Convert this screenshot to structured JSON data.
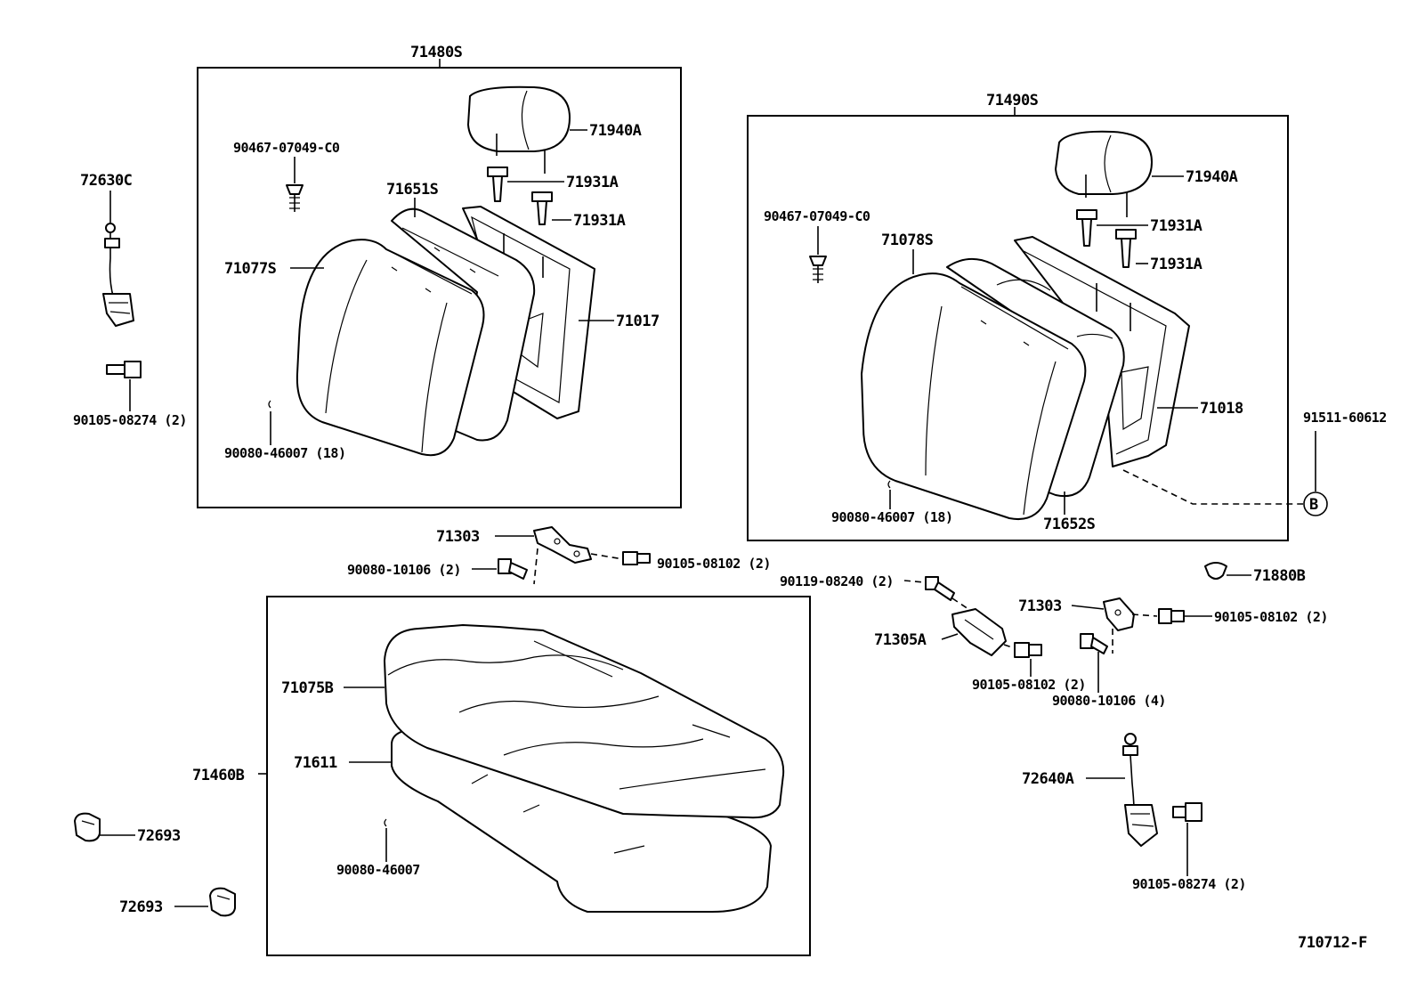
{
  "diagram": {
    "labels": {
      "asm_71480S": "71480S",
      "asm_71490S": "71490S",
      "asm_71460B": "71460B",
      "l_71940A": "71940A",
      "l_71931A_1": "71931A",
      "l_71931A_2": "71931A",
      "l_71651S": "71651S",
      "l_90467_left": "90467-07049-C0",
      "l_71077S": "71077S",
      "l_71017": "71017",
      "l_90080_46007_left": "90080-46007 (18)",
      "l_72630C": "72630C",
      "l_90105_08274_left": "90105-08274 (2)",
      "r_71940A": "71940A",
      "r_71931A_1": "71931A",
      "r_71931A_2": "71931A",
      "r_90467": "90467-07049-C0",
      "r_71078S": "71078S",
      "r_71018": "71018",
      "r_90080_46007": "90080-46007 (18)",
      "r_71652S": "71652S",
      "r_91511": "91511-60612",
      "ref_B": "B",
      "c_71303_left": "71303",
      "c_90080_10106_left": "90080-10106 (2)",
      "c_90105_08102_left": "90105-08102 (2)",
      "c_90119_08240": "90119-08240 (2)",
      "c_71303_right": "71303",
      "c_90105_08102_right": "90105-08102 (2)",
      "c_71305A": "71305A",
      "c_90105_08102_low": "90105-08102 (2)",
      "c_90080_10106_right": "90080-10106 (4)",
      "c_71880B": "71880B",
      "b_71075B": "71075B",
      "b_71611": "71611",
      "b_90080_46007": "90080-46007",
      "b_72693_1": "72693",
      "b_72693_2": "72693",
      "b_72640A": "72640A",
      "b_90105_08274": "90105-08274 (2)",
      "figure_code": "710712-F"
    }
  }
}
